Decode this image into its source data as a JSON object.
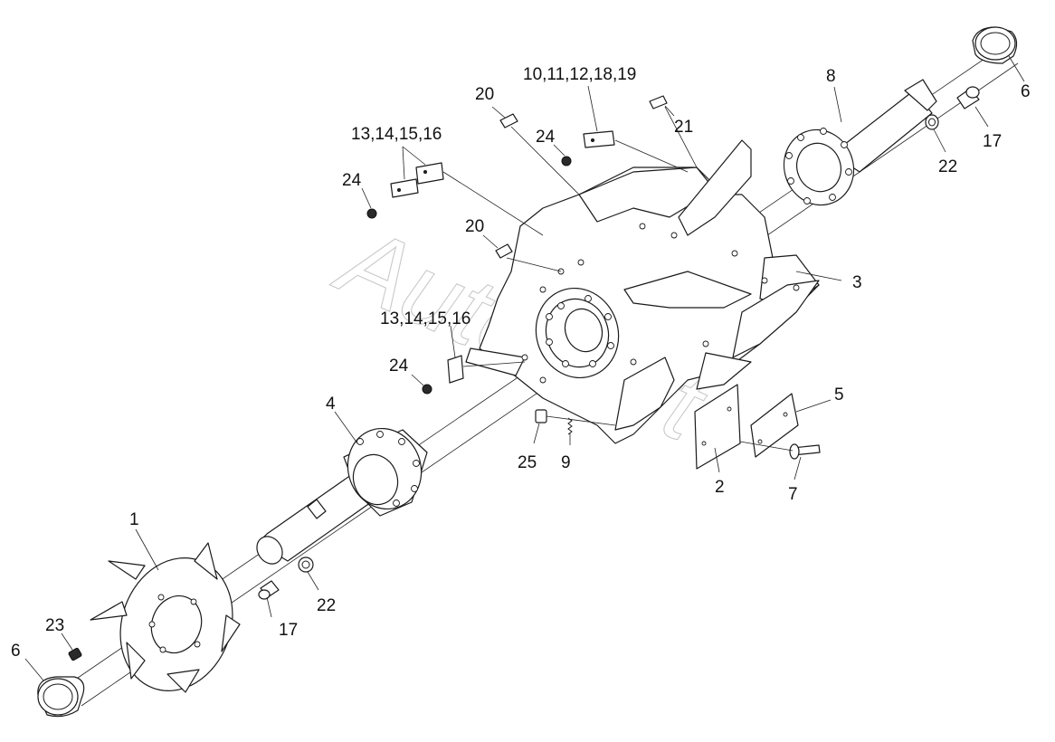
{
  "watermark": "AutoSoft",
  "callouts": [
    {
      "id": "c1",
      "text": "1"
    },
    {
      "id": "c2",
      "text": "2"
    },
    {
      "id": "c3",
      "text": "3"
    },
    {
      "id": "c4",
      "text": "4"
    },
    {
      "id": "c5",
      "text": "5"
    },
    {
      "id": "c6a",
      "text": "6"
    },
    {
      "id": "c6b",
      "text": "6"
    },
    {
      "id": "c7",
      "text": "7"
    },
    {
      "id": "c8",
      "text": "8"
    },
    {
      "id": "c9",
      "text": "9"
    },
    {
      "id": "c10",
      "text": "10,11,12,18,19"
    },
    {
      "id": "c13a",
      "text": "13,14,15,16"
    },
    {
      "id": "c13b",
      "text": "13,14,15,16"
    },
    {
      "id": "c17a",
      "text": "17"
    },
    {
      "id": "c17b",
      "text": "17"
    },
    {
      "id": "c20a",
      "text": "20"
    },
    {
      "id": "c20b",
      "text": "20"
    },
    {
      "id": "c21",
      "text": "21"
    },
    {
      "id": "c22a",
      "text": "22"
    },
    {
      "id": "c22b",
      "text": "22"
    },
    {
      "id": "c23",
      "text": "23"
    },
    {
      "id": "c24a",
      "text": "24"
    },
    {
      "id": "c24b",
      "text": "24"
    },
    {
      "id": "c24c",
      "text": "24"
    },
    {
      "id": "c25",
      "text": "25"
    }
  ]
}
